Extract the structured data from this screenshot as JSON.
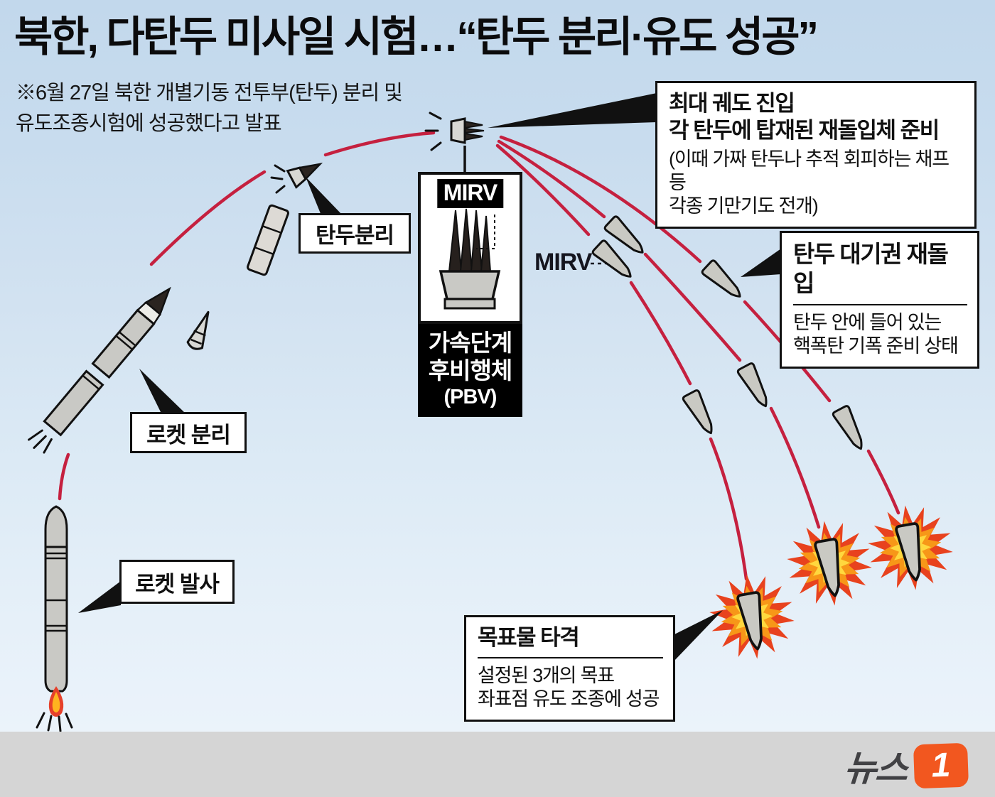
{
  "title": "북한, 다탄두 미사일 시험…“탄두 분리·유도 성공”",
  "subtitle": {
    "line1": "※6월 27일 북한 개별기동 전투부(탄두) 분리 및",
    "line2": "유도조종시험에 성공했다고 발표"
  },
  "stages": {
    "rocket_launch": "로켓 발사",
    "rocket_separation": "로켓 분리",
    "warhead_separation": "탄두분리"
  },
  "mirv_box": {
    "tag": "MIRV",
    "caption_line1": "가속단계",
    "caption_line2": "후비행체",
    "caption_line3": "(PBV)"
  },
  "mirv_annotation": "MIRV",
  "callouts": {
    "max_orbit": {
      "title_line1": "최대 궤도 진입",
      "title_line2": "각 탄두에 탑재된 재돌입체 준비",
      "body_line1": "(이때 가짜 탄두나 추적 회피하는 채프 등",
      "body_line2": "각종 기만기도 전개)"
    },
    "reentry": {
      "title": "탄두 대기권 재돌입",
      "body_line1": "탄두 안에 들어 있는",
      "body_line2": "핵폭탄 기폭 준비 상태"
    },
    "target_strike": {
      "title": "목표물 타격",
      "body_line1": "설정된 3개의 목표",
      "body_line2": "좌표점 유도 조종에 성공"
    }
  },
  "logo": {
    "text": "뉴스",
    "numeral": "1"
  },
  "colors": {
    "trajectory_red": "#c5203f",
    "sky_top": "#c2d8ec",
    "sky_bottom": "#eef5fb",
    "footer_gray": "#d5d5d5",
    "logo_orange": "#f2571f",
    "explosion_red": "#e8421e",
    "explosion_orange": "#f79718",
    "explosion_yellow": "#ffd83e"
  }
}
